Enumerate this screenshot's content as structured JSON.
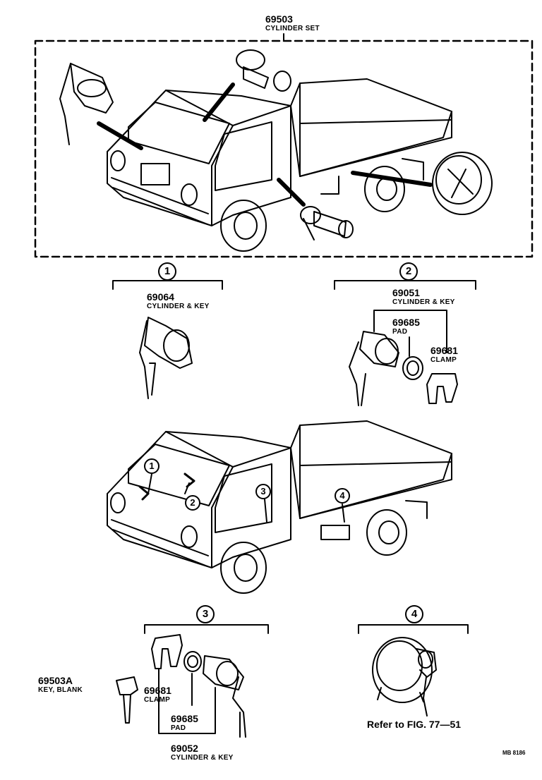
{
  "header": {
    "part_no": "69503",
    "part_name": "CYLINDER SET"
  },
  "sections": [
    {
      "num": "1",
      "part_no": "69064",
      "part_name": "CYLINDER & KEY"
    },
    {
      "num": "2",
      "part_no": "69051",
      "part_name": "CYLINDER & KEY",
      "sub": [
        {
          "part_no": "69685",
          "part_name": "PAD"
        },
        {
          "part_no": "69681",
          "part_name": "CLAMP"
        }
      ]
    },
    {
      "num": "3",
      "part_no": "69052",
      "part_name": "CYLINDER & KEY",
      "sub": [
        {
          "part_no": "69681",
          "part_name": "CLAMP"
        },
        {
          "part_no": "69685",
          "part_name": "PAD"
        },
        {
          "part_no": "69503A",
          "part_name": "KEY, BLANK"
        }
      ]
    },
    {
      "num": "4",
      "reference": "Refer to FIG. 77—51"
    }
  ],
  "truck_callouts": [
    "1",
    "2",
    "3",
    "4"
  ],
  "drawing_code": "MB 8186"
}
